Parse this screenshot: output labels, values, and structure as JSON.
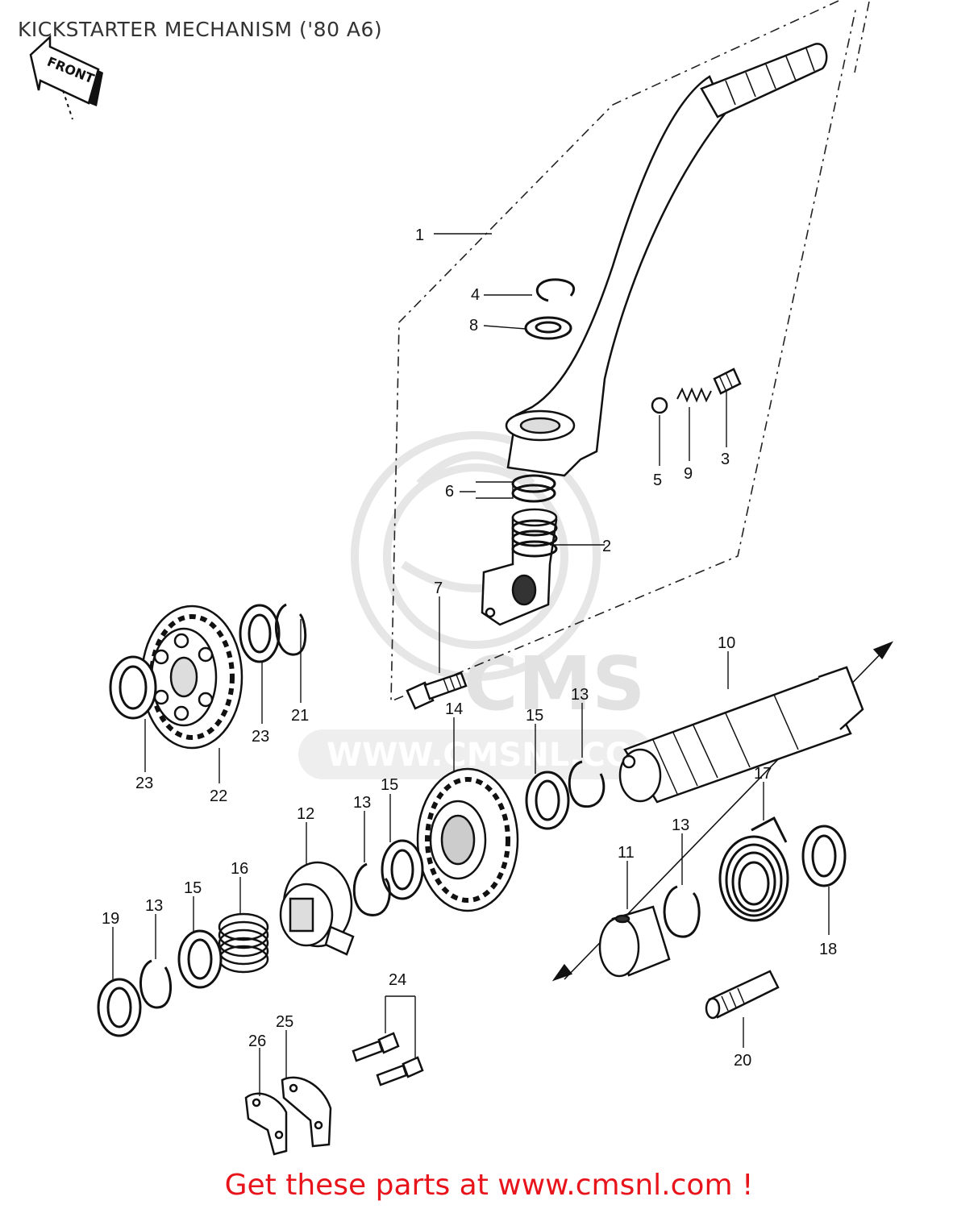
{
  "title": "KICKSTARTER MECHANISM ('80 A6)",
  "footer": "Get these parts at www.cmsnl.com !",
  "front_label": "FRONT",
  "watermark": {
    "brand": "CMS",
    "url": "WWW.CMSNL.COM"
  },
  "colors": {
    "ink": "#1a1a1a",
    "footer": "#e8141b",
    "watermark": "#e4e4e4"
  },
  "callouts": [
    {
      "id": "c1",
      "n": "1"
    },
    {
      "id": "c2",
      "n": "2"
    },
    {
      "id": "c3",
      "n": "3"
    },
    {
      "id": "c4",
      "n": "4"
    },
    {
      "id": "c5",
      "n": "5"
    },
    {
      "id": "c6",
      "n": "6"
    },
    {
      "id": "c7",
      "n": "7"
    },
    {
      "id": "c8",
      "n": "8"
    },
    {
      "id": "c9",
      "n": "9"
    },
    {
      "id": "c10",
      "n": "10"
    },
    {
      "id": "c11",
      "n": "11"
    },
    {
      "id": "c12",
      "n": "12"
    },
    {
      "id": "c13a",
      "n": "13"
    },
    {
      "id": "c13b",
      "n": "13"
    },
    {
      "id": "c13c",
      "n": "13"
    },
    {
      "id": "c13d",
      "n": "13"
    },
    {
      "id": "c14",
      "n": "14"
    },
    {
      "id": "c15a",
      "n": "15"
    },
    {
      "id": "c15b",
      "n": "15"
    },
    {
      "id": "c15c",
      "n": "15"
    },
    {
      "id": "c16",
      "n": "16"
    },
    {
      "id": "c17",
      "n": "17"
    },
    {
      "id": "c18",
      "n": "18"
    },
    {
      "id": "c19",
      "n": "19"
    },
    {
      "id": "c20",
      "n": "20"
    },
    {
      "id": "c21",
      "n": "21"
    },
    {
      "id": "c22",
      "n": "22"
    },
    {
      "id": "c23a",
      "n": "23"
    },
    {
      "id": "c23b",
      "n": "23"
    },
    {
      "id": "c24",
      "n": "24"
    },
    {
      "id": "c25",
      "n": "25"
    },
    {
      "id": "c26",
      "n": "26"
    }
  ]
}
